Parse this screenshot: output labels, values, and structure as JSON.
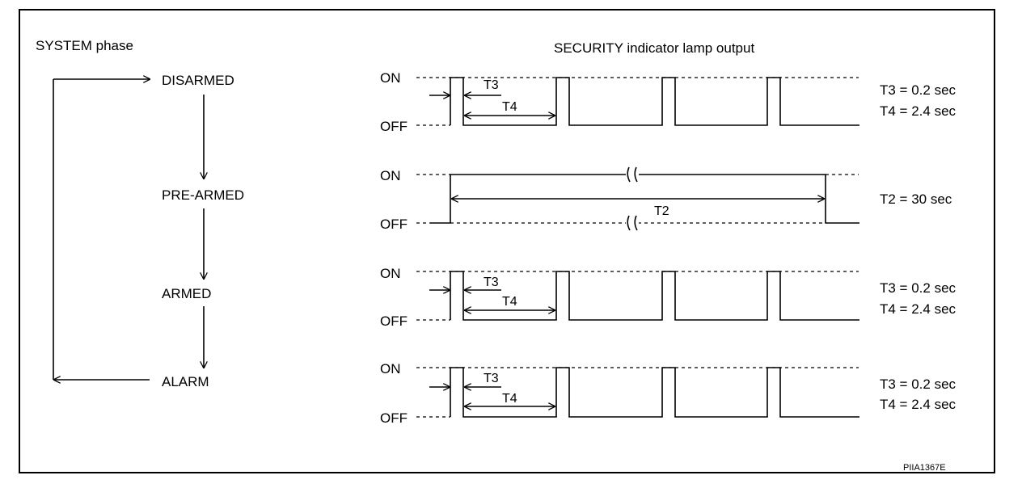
{
  "system_phase": {
    "heading": "SYSTEM phase",
    "phases": [
      "DISARMED",
      "PRE-ARMED",
      "ARMED",
      "ALARM"
    ]
  },
  "lamp_output": {
    "heading": "SECURITY indicator lamp output",
    "rows": [
      {
        "on": "ON",
        "off": "OFF",
        "t_short": "T3",
        "t_long": "T4",
        "notes": [
          "T3 = 0.2 sec",
          "T4 = 2.4 sec"
        ]
      },
      {
        "on": "ON",
        "off": "OFF",
        "t_long": "T2",
        "notes": [
          "T2 = 30 sec"
        ]
      },
      {
        "on": "ON",
        "off": "OFF",
        "t_short": "T3",
        "t_long": "T4",
        "notes": [
          "T3 = 0.2 sec",
          "T4 = 2.4 sec"
        ]
      },
      {
        "on": "ON",
        "off": "OFF",
        "t_short": "T3",
        "t_long": "T4",
        "notes": [
          "T3 = 0.2 sec",
          "T4 = 2.4 sec"
        ]
      }
    ]
  },
  "figure_code": "PIIA1367E"
}
